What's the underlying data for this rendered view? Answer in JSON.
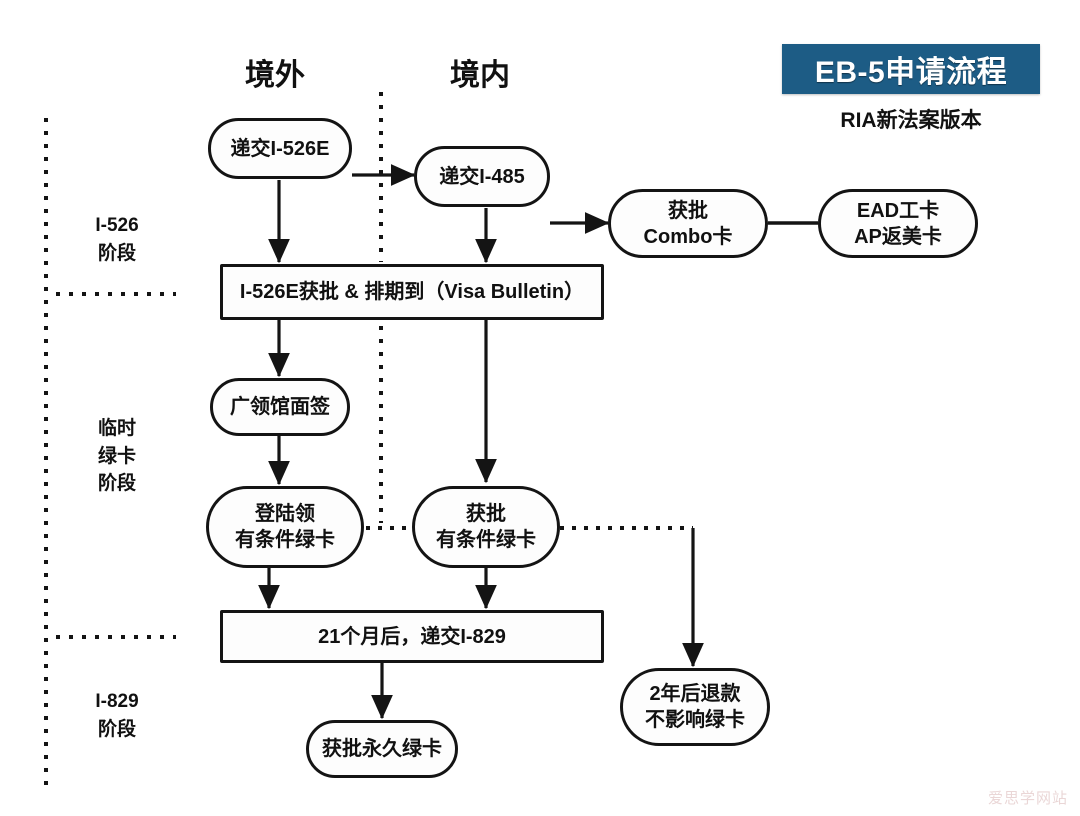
{
  "banner": {
    "title": "EB-5申请流程",
    "subtitle": "RIA新法案版本",
    "bg_color": "#1d5c85",
    "text_color": "#ffffff"
  },
  "columns": [
    {
      "id": "overseas",
      "label": "境外"
    },
    {
      "id": "domestic",
      "label": "境内"
    }
  ],
  "stages": [
    {
      "id": "i526",
      "lines": [
        "I-526",
        "阶段"
      ]
    },
    {
      "id": "conditional-gc",
      "lines": [
        "临时",
        "绿卡",
        "阶段"
      ]
    },
    {
      "id": "i829",
      "lines": [
        "I-829",
        "阶段"
      ]
    }
  ],
  "nodes": {
    "submit_i526e": {
      "lines": [
        "递交I-526E"
      ],
      "shape": "pill"
    },
    "submit_i485": {
      "lines": [
        "递交I-485"
      ],
      "shape": "pill"
    },
    "approved_combo": {
      "lines": [
        "获批",
        "Combo卡"
      ],
      "shape": "pill"
    },
    "ead_ap": {
      "lines": [
        "EAD工卡",
        "AP返美卡"
      ],
      "shape": "pill"
    },
    "i526e_approved": {
      "lines": [
        "I-526E获批 & 排期到（Visa Bulletin）"
      ],
      "shape": "rect"
    },
    "consulate_interview": {
      "lines": [
        "广领馆面签"
      ],
      "shape": "pill"
    },
    "land_conditional_gc": {
      "lines": [
        "登陆领",
        "有条件绿卡"
      ],
      "shape": "pill"
    },
    "approved_conditional_gc": {
      "lines": [
        "获批",
        "有条件绿卡"
      ],
      "shape": "pill"
    },
    "submit_i829": {
      "lines": [
        "21个月后，递交I-829"
      ],
      "shape": "rect"
    },
    "approved_permanent_gc": {
      "lines": [
        "获批永久绿卡"
      ],
      "shape": "pill"
    },
    "refund_two_years": {
      "lines": [
        "2年后退款",
        "不影响绿卡"
      ],
      "shape": "pill"
    }
  },
  "watermark": {
    "text": "爱思学网站"
  },
  "colors": {
    "stroke": "#141414",
    "node_fill": "#fdfdfd",
    "banner": "#1d5c85",
    "watermark": "#d9b6b6"
  }
}
